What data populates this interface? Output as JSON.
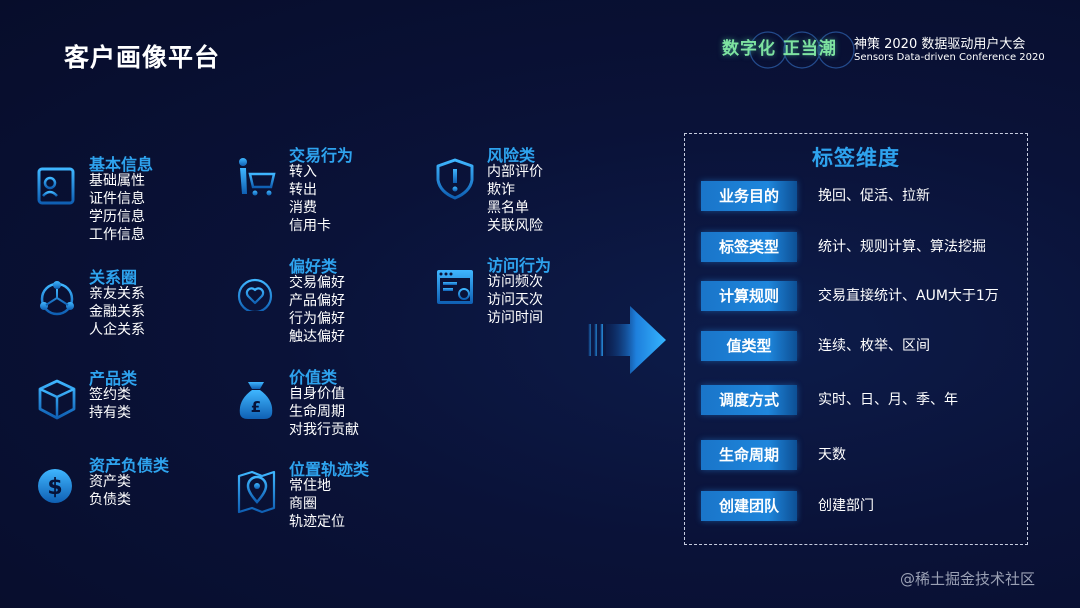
{
  "page_title": "客户画像平台",
  "brand": {
    "logo_text": "数字化 正当潮",
    "title": "神策 2020 数据驱动用户大会",
    "subtitle": "Sensors Data-driven Conference 2020"
  },
  "categories": [
    {
      "title": "基本信息",
      "icon": "id-card-icon",
      "items": [
        "基础属性",
        "证件信息",
        "学历信息",
        "工作信息"
      ]
    },
    {
      "title": "关系圈",
      "icon": "network-icon",
      "items": [
        "亲友关系",
        "金融关系",
        "人企关系"
      ]
    },
    {
      "title": "产品类",
      "icon": "box-icon",
      "items": [
        "签约类",
        "持有类"
      ]
    },
    {
      "title": "资产负债类",
      "icon": "dollar-icon",
      "items": [
        "资产类",
        "负债类"
      ]
    },
    {
      "title": "交易行为",
      "icon": "shopping-cart-icon",
      "items": [
        "转入",
        "转出",
        "消费",
        "信用卡"
      ]
    },
    {
      "title": "偏好类",
      "icon": "heart-icon",
      "items": [
        "交易偏好",
        "产品偏好",
        "行为偏好",
        "触达偏好"
      ]
    },
    {
      "title": "价值类",
      "icon": "money-bag-icon",
      "items": [
        "自身价值",
        "生命周期",
        "对我行贡献"
      ]
    },
    {
      "title": "位置轨迹类",
      "icon": "map-pin-icon",
      "items": [
        "常住地",
        "商圈",
        "轨迹定位"
      ]
    },
    {
      "title": "风险类",
      "icon": "shield-icon",
      "items": [
        "内部评价",
        "欺诈",
        "黑名单",
        "关联风险"
      ]
    },
    {
      "title": "访问行为",
      "icon": "browser-window-icon",
      "items": [
        "访问频次",
        "访问天次",
        "访问时间"
      ]
    }
  ],
  "tag_dimensions": {
    "title": "标签维度",
    "rows": [
      {
        "label": "业务目的",
        "value": "挽回、促活、拉新"
      },
      {
        "label": "标签类型",
        "value": "统计、规则计算、算法挖掘"
      },
      {
        "label": "计算规则",
        "value": "交易直接统计、AUM大于1万"
      },
      {
        "label": "值类型",
        "value": "连续、枚举、区间"
      },
      {
        "label": "调度方式",
        "value": "实时、日、月、季、年"
      },
      {
        "label": "生命周期",
        "value": "天数"
      },
      {
        "label": "创建团队",
        "value": "创建部门"
      }
    ]
  },
  "watermark": "@稀土掘金技术社区",
  "colors": {
    "background": "#0a1238",
    "accent": "#2ea3ee",
    "tag_label_bg": "#1e86dc"
  }
}
